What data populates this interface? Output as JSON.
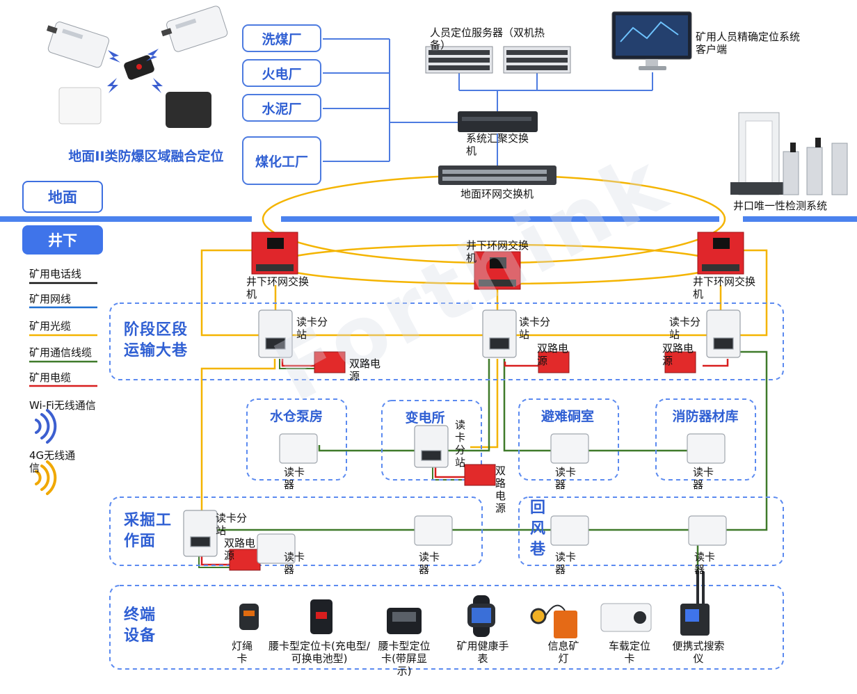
{
  "factories": [
    "洗煤厂",
    "火电厂",
    "水泥厂",
    "煤化工厂"
  ],
  "surface": {
    "fusion_caption": "地面II类防爆区域融合定位",
    "server_label": "人员定位服务器（双机热备）",
    "client_label": "矿用人员精确定位系统客户端",
    "agg_switch_label": "系统汇聚交换机",
    "ring_switch_label": "地面环网交换机",
    "shaft_check_label": "井口唯一性检测系统",
    "ground_button": "地面",
    "underground_button": "井下"
  },
  "legend": [
    {
      "label": "矿用电话线",
      "color": "#111111"
    },
    {
      "label": "矿用网线",
      "color": "#1f6fd1"
    },
    {
      "label": "矿用光缆",
      "color": "#f4b400"
    },
    {
      "label": "矿用通信线缆",
      "color": "#3f7a2a"
    },
    {
      "label": "矿用电缆",
      "color": "#d81e1e"
    },
    {
      "label": "Wi-Fi无线通信",
      "color": "#3c5fd0"
    },
    {
      "label": "4G无线通信",
      "color": "#f0a800"
    }
  ],
  "underground": {
    "ring_switch_left": "井下环网交换机",
    "ring_switch_center": "井下环网交换机",
    "ring_switch_right": "井下环网交换机",
    "zones": {
      "transport": "阶段区段运输大巷",
      "pump": "水仓泵房",
      "substation": "变电所",
      "refuge": "避难硐室",
      "fire": "消防器材库",
      "mining": "采掘工作面",
      "return_air": "回风巷",
      "terminal": "终端设备"
    },
    "substation_label": "读卡分站",
    "dual_power_label": "双路电源",
    "reader_label": "读卡器"
  },
  "terminals": [
    {
      "label": "灯绳卡",
      "icon": "lamp-cord-card-icon"
    },
    {
      "label": "腰卡型定位卡(充电型/可换电池型)",
      "icon": "waist-card-icon"
    },
    {
      "label": "腰卡型定位卡(带屏显示)",
      "icon": "waist-card-screen-icon"
    },
    {
      "label": "矿用健康手表",
      "icon": "health-watch-icon"
    },
    {
      "label": "信息矿灯",
      "icon": "mine-lamp-icon"
    },
    {
      "label": "车载定位卡",
      "icon": "vehicle-card-icon"
    },
    {
      "label": "便携式搜索仪",
      "icon": "portable-searcher-icon"
    }
  ]
}
